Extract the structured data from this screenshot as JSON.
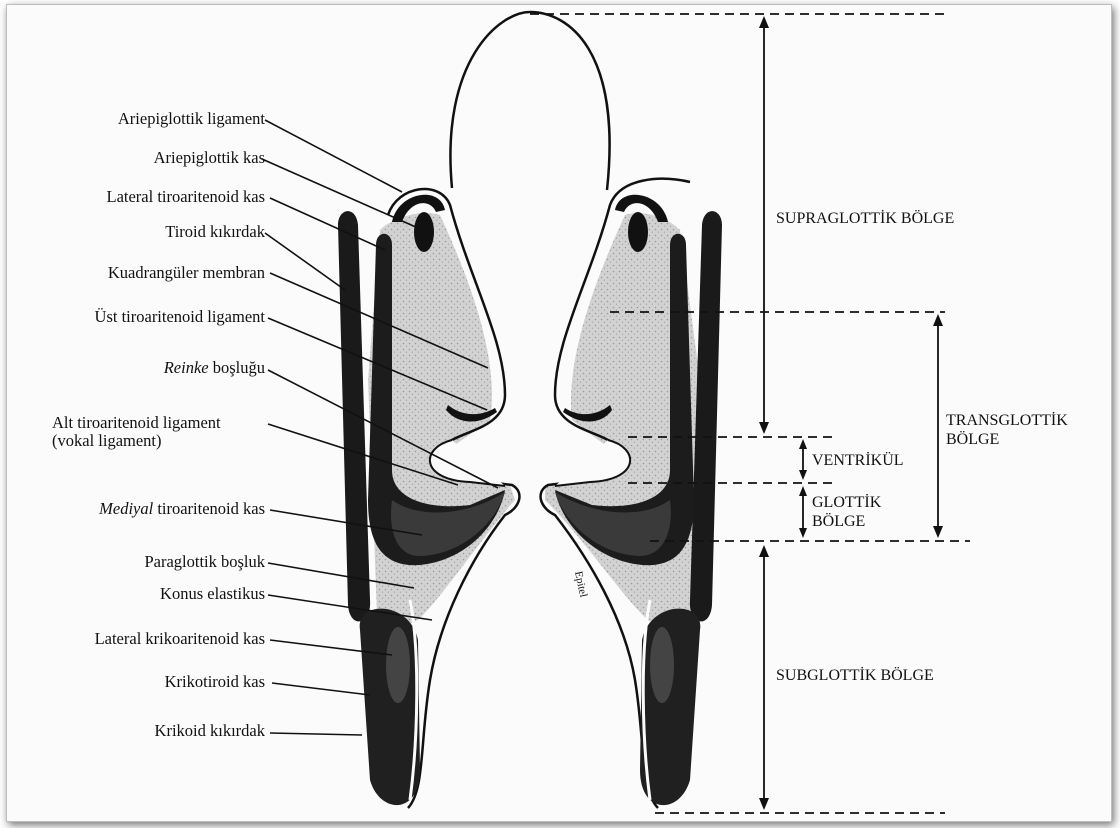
{
  "labels_left": [
    {
      "id": "ariepiglottik-ligament",
      "text": "Ariepiglottik ligament"
    },
    {
      "id": "ariepiglottik-kas",
      "text": "Ariepiglottik kas"
    },
    {
      "id": "lateral-tiroaritenoid-kas",
      "text": "Lateral tiroaritenoid kas"
    },
    {
      "id": "tiroid-kikirdak",
      "text": "Tiroid kıkırdak"
    },
    {
      "id": "kuadranguler-membran",
      "text": "Kuadrangüler membran"
    },
    {
      "id": "ust-tiroaritenoid-ligament",
      "text": "Üst tiroaritenoid ligament"
    },
    {
      "id": "reinke-boslugu",
      "italic": "Reinke",
      "rest": " boşluğu"
    },
    {
      "id": "alt-tiroaritenoid-ligament",
      "text": "Alt tiroaritenoid ligament\n(vokal ligament)"
    },
    {
      "id": "mediyal-tiroaritenoid-kas",
      "italic": "Mediyal",
      "rest": " tiroaritenoid kas"
    },
    {
      "id": "paraglottik-bosluk",
      "text": "Paraglottik boşluk"
    },
    {
      "id": "konus-elastikus",
      "text": "Konus elastikus"
    },
    {
      "id": "lateral-krikoaritenoid-kas",
      "text": "Lateral krikoaritenoid kas"
    },
    {
      "id": "krikotiroid-kas",
      "text": "Krikotiroid kas"
    },
    {
      "id": "krikoid-kikirdak",
      "text": "Krikoid kıkırdak"
    }
  ],
  "zones": {
    "supraglottic": "SUPRAGLOTTİK BÖLGE",
    "transglottic": "TRANSGLOTTİK\nBÖLGE",
    "ventricle": "VENTRİKÜL",
    "glottic": "GLOTTİK\nBÖLGE",
    "subglottic": "SUBGLOTTİK BÖLGE"
  },
  "mucosa_label": "Epitel",
  "colors": {
    "ink": "#111111",
    "shade": "#c9c9c9",
    "background": "#fbfbfb"
  }
}
